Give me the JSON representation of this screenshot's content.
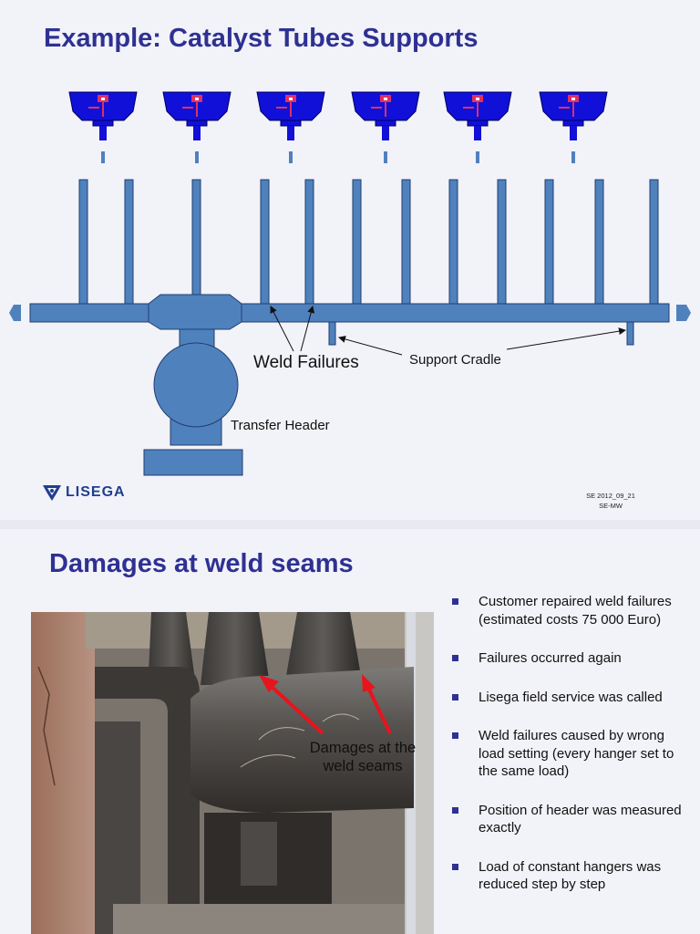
{
  "slide1": {
    "title": "Example: Catalyst Tubes Supports",
    "labels": {
      "weld_failures": "Weld Failures",
      "support_cradle": "Support Cradle",
      "transfer_header": "Transfer Header"
    },
    "logo_text": "LISEGA",
    "footnote_line1": "SE 2012_09_21",
    "footnote_line2": "SE-MW",
    "colors": {
      "title": "#2e3192",
      "pipe": "#4f81bd",
      "pipe_stroke": "#1f3f6e",
      "hanger": "#1010d8",
      "hanger_detail": "#e03060"
    }
  },
  "slide2": {
    "title": "Damages at weld seams",
    "photo_caption": "Damages at the weld seams",
    "bullets": [
      "Customer repaired weld failures (estimated costs 75 000 Euro)",
      "Failures occurred again",
      "Lisega field service was called",
      "Weld failures caused by wrong load setting (every hanger set to the same load)",
      "Position of header was measured exactly",
      "Load of constant hangers was reduced step by step"
    ],
    "colors": {
      "bullet": "#2e3192",
      "arrow": "#e8141c"
    }
  }
}
